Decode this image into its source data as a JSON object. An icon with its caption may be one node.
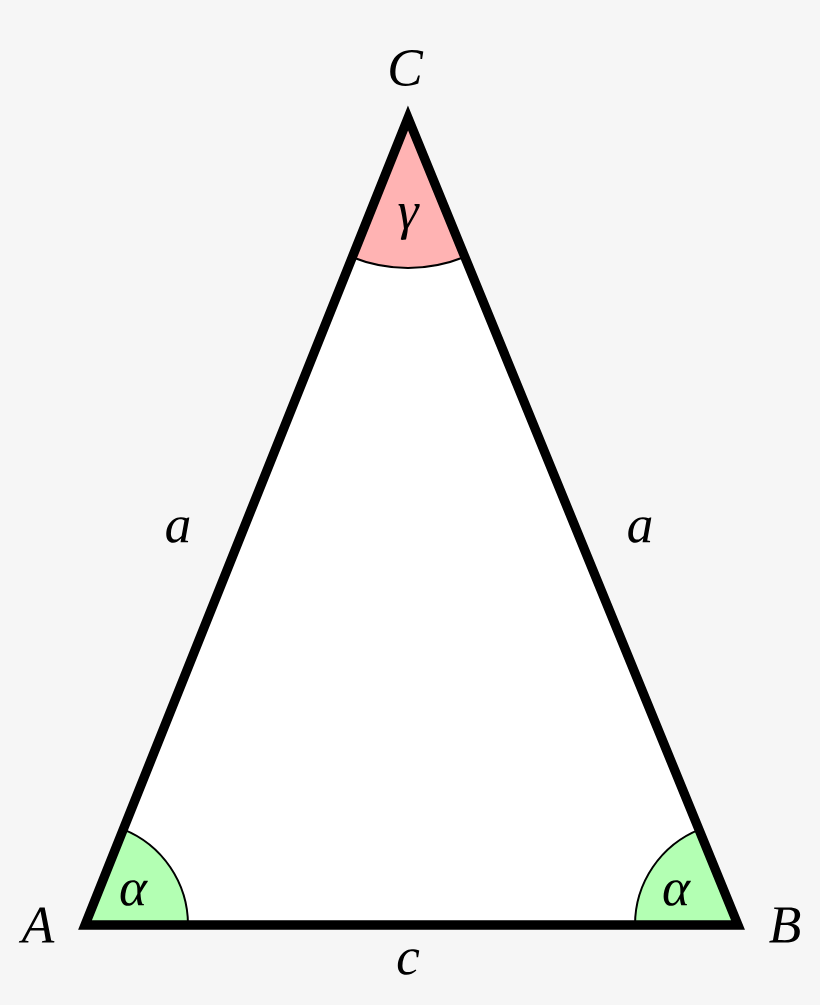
{
  "diagram": {
    "labels": [
      "C",
      "γ",
      "a",
      "a",
      "α",
      "α",
      "A",
      "c",
      "B"
    ]
  }
}
